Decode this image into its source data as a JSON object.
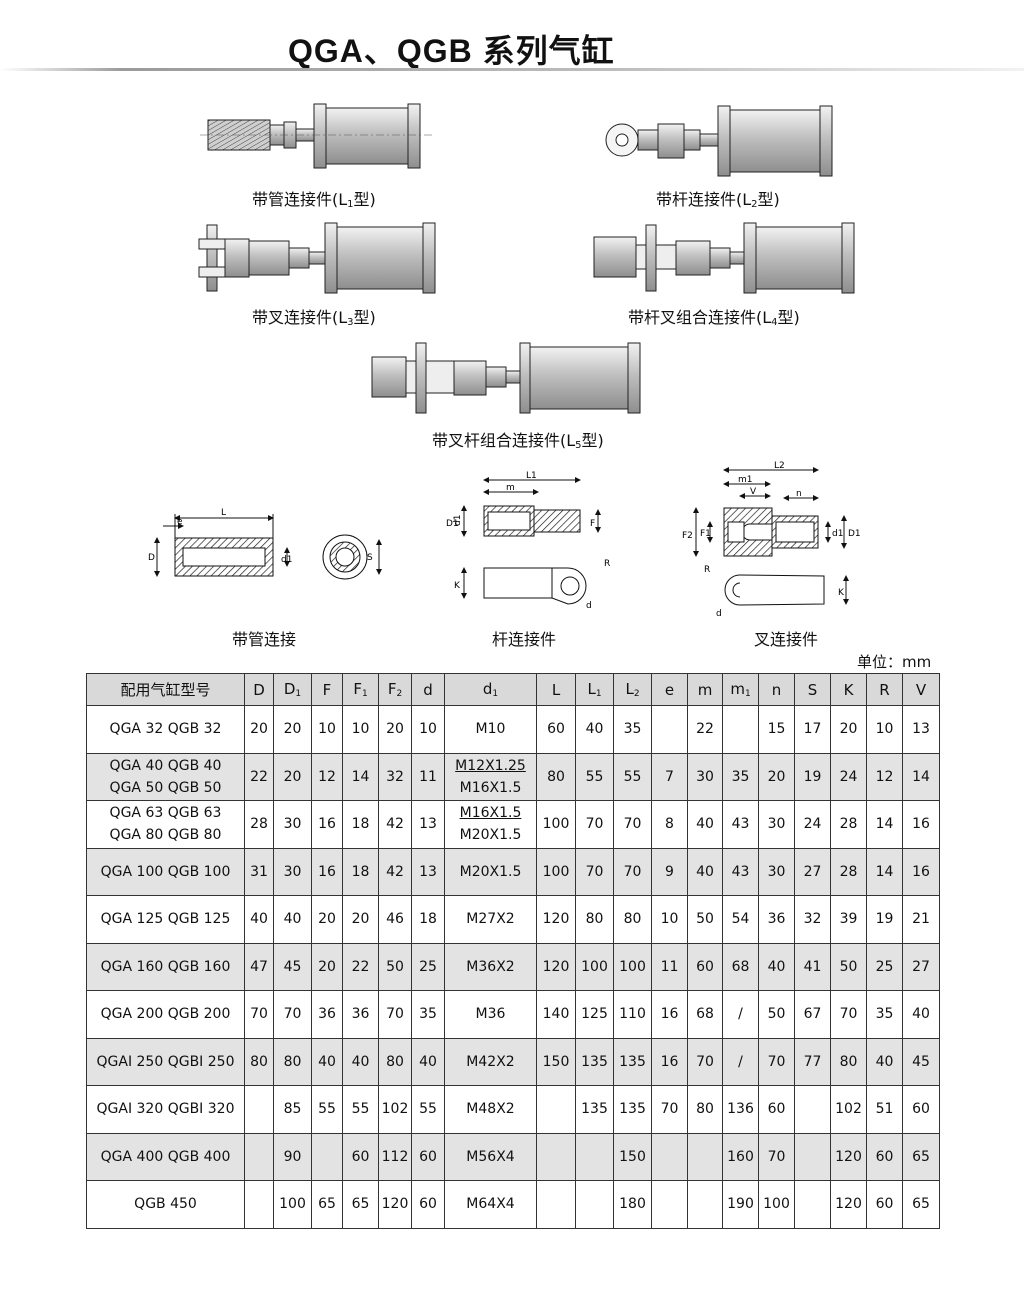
{
  "title": "QGA、QGB 系列气缸",
  "captions": {
    "l1": "带管连接件(L",
    "l1_sub": "1",
    "l1_tail": "型)",
    "l2": "带杆连接件(L",
    "l2_sub": "2",
    "l2_tail": "型)",
    "l3": "带叉连接件(L",
    "l3_sub": "3",
    "l3_tail": "型)",
    "l4": "带杆叉组合连接件(L",
    "l4_sub": "4",
    "l4_tail": "型)",
    "l5": "带叉杆组合连接件(L",
    "l5_sub": "5",
    "l5_tail": "型)",
    "pipe": "带管连接",
    "rod": "杆连接件",
    "fork": "叉连接件"
  },
  "dim_labels": {
    "L": "L",
    "e": "e",
    "D": "D",
    "d1": "d1",
    "S": "S",
    "L1": "L1",
    "m": "m",
    "D1": "D1",
    "F": "F",
    "R": "R",
    "K": "K",
    "d": "d",
    "L2": "L2",
    "m1": "m1",
    "V": "V",
    "n": "n",
    "F1": "F1",
    "F2": "F2"
  },
  "unit": "单位：mm",
  "table": {
    "headers": [
      "配用气缸型号",
      "D",
      "D",
      "F",
      "F",
      "F",
      "d",
      "d",
      "L",
      "L",
      "L",
      "e",
      "m",
      "m",
      "n",
      "S",
      "K",
      "R",
      "V"
    ],
    "header_subs": [
      "",
      "",
      "1",
      "",
      "1",
      "2",
      "",
      "1",
      "",
      "1",
      "2",
      "",
      "",
      "1",
      "",
      "",
      "",
      "",
      ""
    ],
    "rows": [
      {
        "model": [
          "QGA 32  QGB 32"
        ],
        "D": "20",
        "D1": "20",
        "F": "10",
        "F1": "10",
        "F2": "20",
        "d": "10",
        "d1": [
          "M10"
        ],
        "L": "60",
        "L1": "40",
        "L2": "35",
        "e": "",
        "m": "22",
        "m1": "",
        "n": "15",
        "S": "17",
        "K": "20",
        "R": "10",
        "V": "13"
      },
      {
        "model": [
          "QGA 40  QGB 40",
          "QGA 50  QGB 50"
        ],
        "D": "22",
        "D1": "20",
        "F": "12",
        "F1": "14",
        "F2": "32",
        "d": "11",
        "d1": [
          "M12X1.25",
          "M16X1.5"
        ],
        "L": "80",
        "L1": "55",
        "L2": "55",
        "e": "7",
        "m": "30",
        "m1": "35",
        "n": "20",
        "S": "19",
        "K": "24",
        "R": "12",
        "V": "14"
      },
      {
        "model": [
          "QGA 63  QGB 63",
          "QGA 80  QGB 80"
        ],
        "D": "28",
        "D1": "30",
        "F": "16",
        "F1": "18",
        "F2": "42",
        "d": "13",
        "d1": [
          "M16X1.5",
          "M20X1.5"
        ],
        "L": "100",
        "L1": "70",
        "L2": "70",
        "e": "8",
        "m": "40",
        "m1": "43",
        "n": "30",
        "S": "24",
        "K": "28",
        "R": "14",
        "V": "16"
      },
      {
        "model": [
          "QGA 100  QGB 100"
        ],
        "D": "31",
        "D1": "30",
        "F": "16",
        "F1": "18",
        "F2": "42",
        "d": "13",
        "d1": [
          "M20X1.5"
        ],
        "L": "100",
        "L1": "70",
        "L2": "70",
        "e": "9",
        "m": "40",
        "m1": "43",
        "n": "30",
        "S": "27",
        "K": "28",
        "R": "14",
        "V": "16"
      },
      {
        "model": [
          "QGA 125  QGB 125"
        ],
        "D": "40",
        "D1": "40",
        "F": "20",
        "F1": "20",
        "F2": "46",
        "d": "18",
        "d1": [
          "M27X2"
        ],
        "L": "120",
        "L1": "80",
        "L2": "80",
        "e": "10",
        "m": "50",
        "m1": "54",
        "n": "36",
        "S": "32",
        "K": "39",
        "R": "19",
        "V": "21"
      },
      {
        "model": [
          "QGA 160  QGB 160"
        ],
        "D": "47",
        "D1": "45",
        "F": "20",
        "F1": "22",
        "F2": "50",
        "d": "25",
        "d1": [
          "M36X2"
        ],
        "L": "120",
        "L1": "100",
        "L2": "100",
        "e": "11",
        "m": "60",
        "m1": "68",
        "n": "40",
        "S": "41",
        "K": "50",
        "R": "25",
        "V": "27"
      },
      {
        "model": [
          "QGA 200  QGB 200"
        ],
        "D": "70",
        "D1": "70",
        "F": "36",
        "F1": "36",
        "F2": "70",
        "d": "35",
        "d1": [
          "M36"
        ],
        "L": "140",
        "L1": "125",
        "L2": "110",
        "e": "16",
        "m": "68",
        "m1": "/",
        "n": "50",
        "S": "67",
        "K": "70",
        "R": "35",
        "V": "40"
      },
      {
        "model": [
          "QGAI 250  QGBI 250"
        ],
        "D": "80",
        "D1": "80",
        "F": "40",
        "F1": "40",
        "F2": "80",
        "d": "40",
        "d1": [
          "M42X2"
        ],
        "L": "150",
        "L1": "135",
        "L2": "135",
        "e": "16",
        "m": "70",
        "m1": "/",
        "n": "70",
        "S": "77",
        "K": "80",
        "R": "40",
        "V": "45"
      },
      {
        "model": [
          "QGAI 320  QGBI 320"
        ],
        "D": "",
        "D1": "85",
        "F": "55",
        "F1": "55",
        "F2": "102",
        "d": "55",
        "d1": [
          "M48X2"
        ],
        "L": "",
        "L1": "135",
        "L2": "135",
        "e": "70",
        "m": "80",
        "m1": "136",
        "n": "60",
        "S": "",
        "K": "102",
        "R": "51",
        "V": "60"
      },
      {
        "model": [
          "QGA 400  QGB 400"
        ],
        "D": "",
        "D1": "90",
        "F": "",
        "F1": "60",
        "F2": "112",
        "d": "60",
        "d1": [
          "M56X4"
        ],
        "L": "",
        "L1": "",
        "L2": "150",
        "e": "",
        "m": "",
        "m1": "160",
        "n": "70",
        "S": "",
        "K": "120",
        "R": "60",
        "V": "65"
      },
      {
        "model": [
          "QGB 450"
        ],
        "D": "",
        "D1": "100",
        "F": "65",
        "F1": "65",
        "F2": "120",
        "d": "60",
        "d1": [
          "M64X4"
        ],
        "L": "",
        "L1": "",
        "L2": "180",
        "e": "",
        "m": "",
        "m1": "190",
        "n": "100",
        "S": "",
        "K": "120",
        "R": "60",
        "V": "65"
      }
    ]
  }
}
